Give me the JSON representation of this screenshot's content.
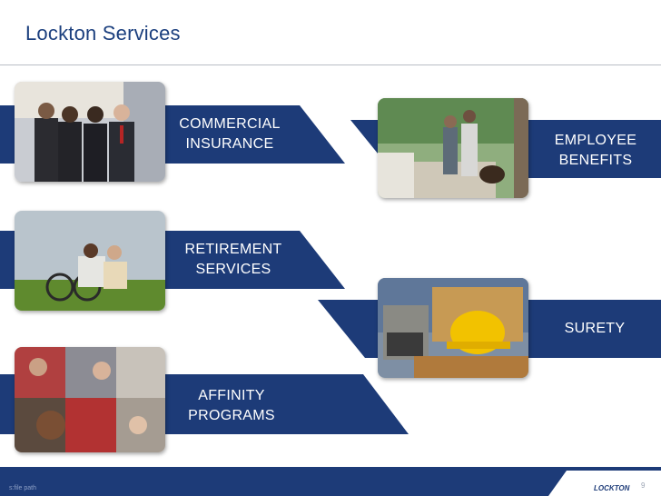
{
  "slide": {
    "title": "Lockton Services",
    "footer_path": "s:file path",
    "page_number": "9",
    "logo_text": "LOCKTON"
  },
  "services": [
    {
      "line1": "COMMERCIAL",
      "line2": "INSURANCE"
    },
    {
      "line1": "RETIREMENT",
      "line2": "SERVICES"
    },
    {
      "line1": "AFFINITY",
      "line2": "PROGRAMS"
    },
    {
      "line1": "EMPLOYEE",
      "line2": "BENEFITS"
    },
    {
      "line1": "SURETY"
    }
  ],
  "colors": {
    "navy": "#1d3b78",
    "title": "#1b3f7e"
  }
}
